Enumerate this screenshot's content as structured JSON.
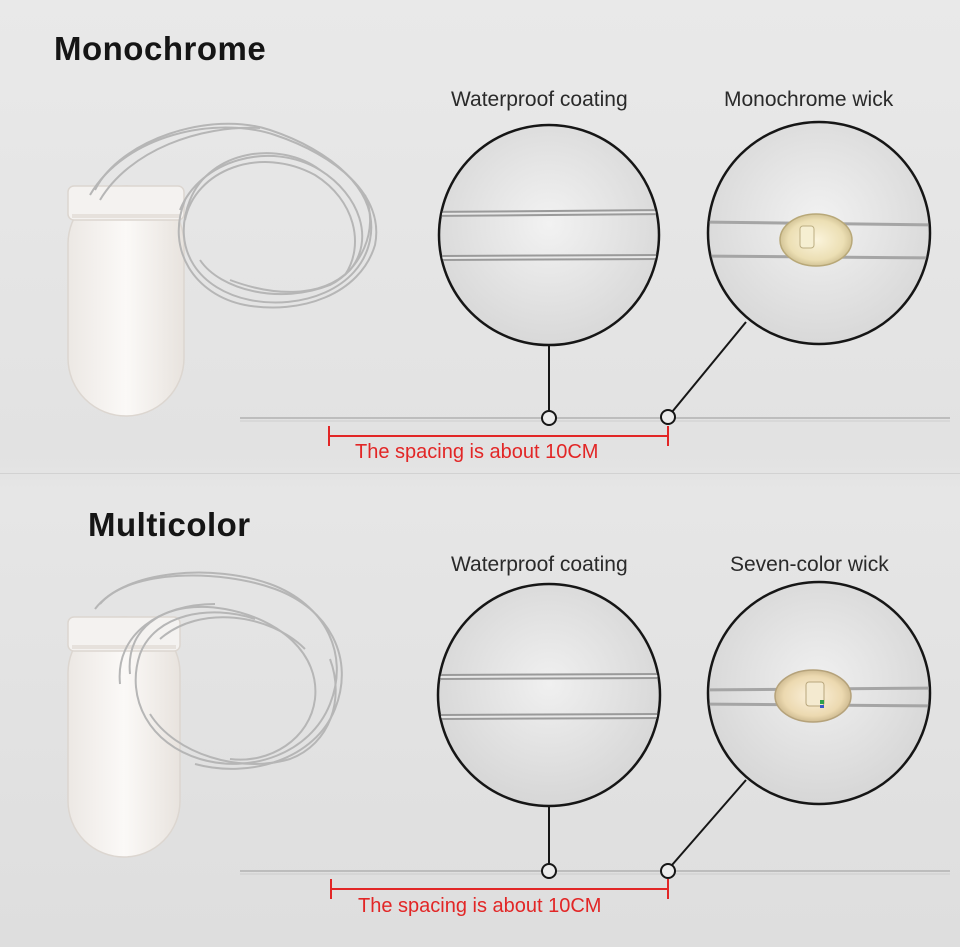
{
  "sections": [
    {
      "title": "Monochrome",
      "callout_left": "Waterproof coating",
      "callout_right": "Monochrome wick",
      "spacing_text": "The spacing is about 10CM"
    },
    {
      "title": "Multicolor",
      "callout_left": "Waterproof coating",
      "callout_right": "Seven-color wick",
      "spacing_text": "The spacing is about 10CM"
    }
  ],
  "colors": {
    "background": "#e4e4e4",
    "spacing_red": "#e22626",
    "battery_box": "#f6f3f0",
    "wire": "#b8b8b8"
  }
}
